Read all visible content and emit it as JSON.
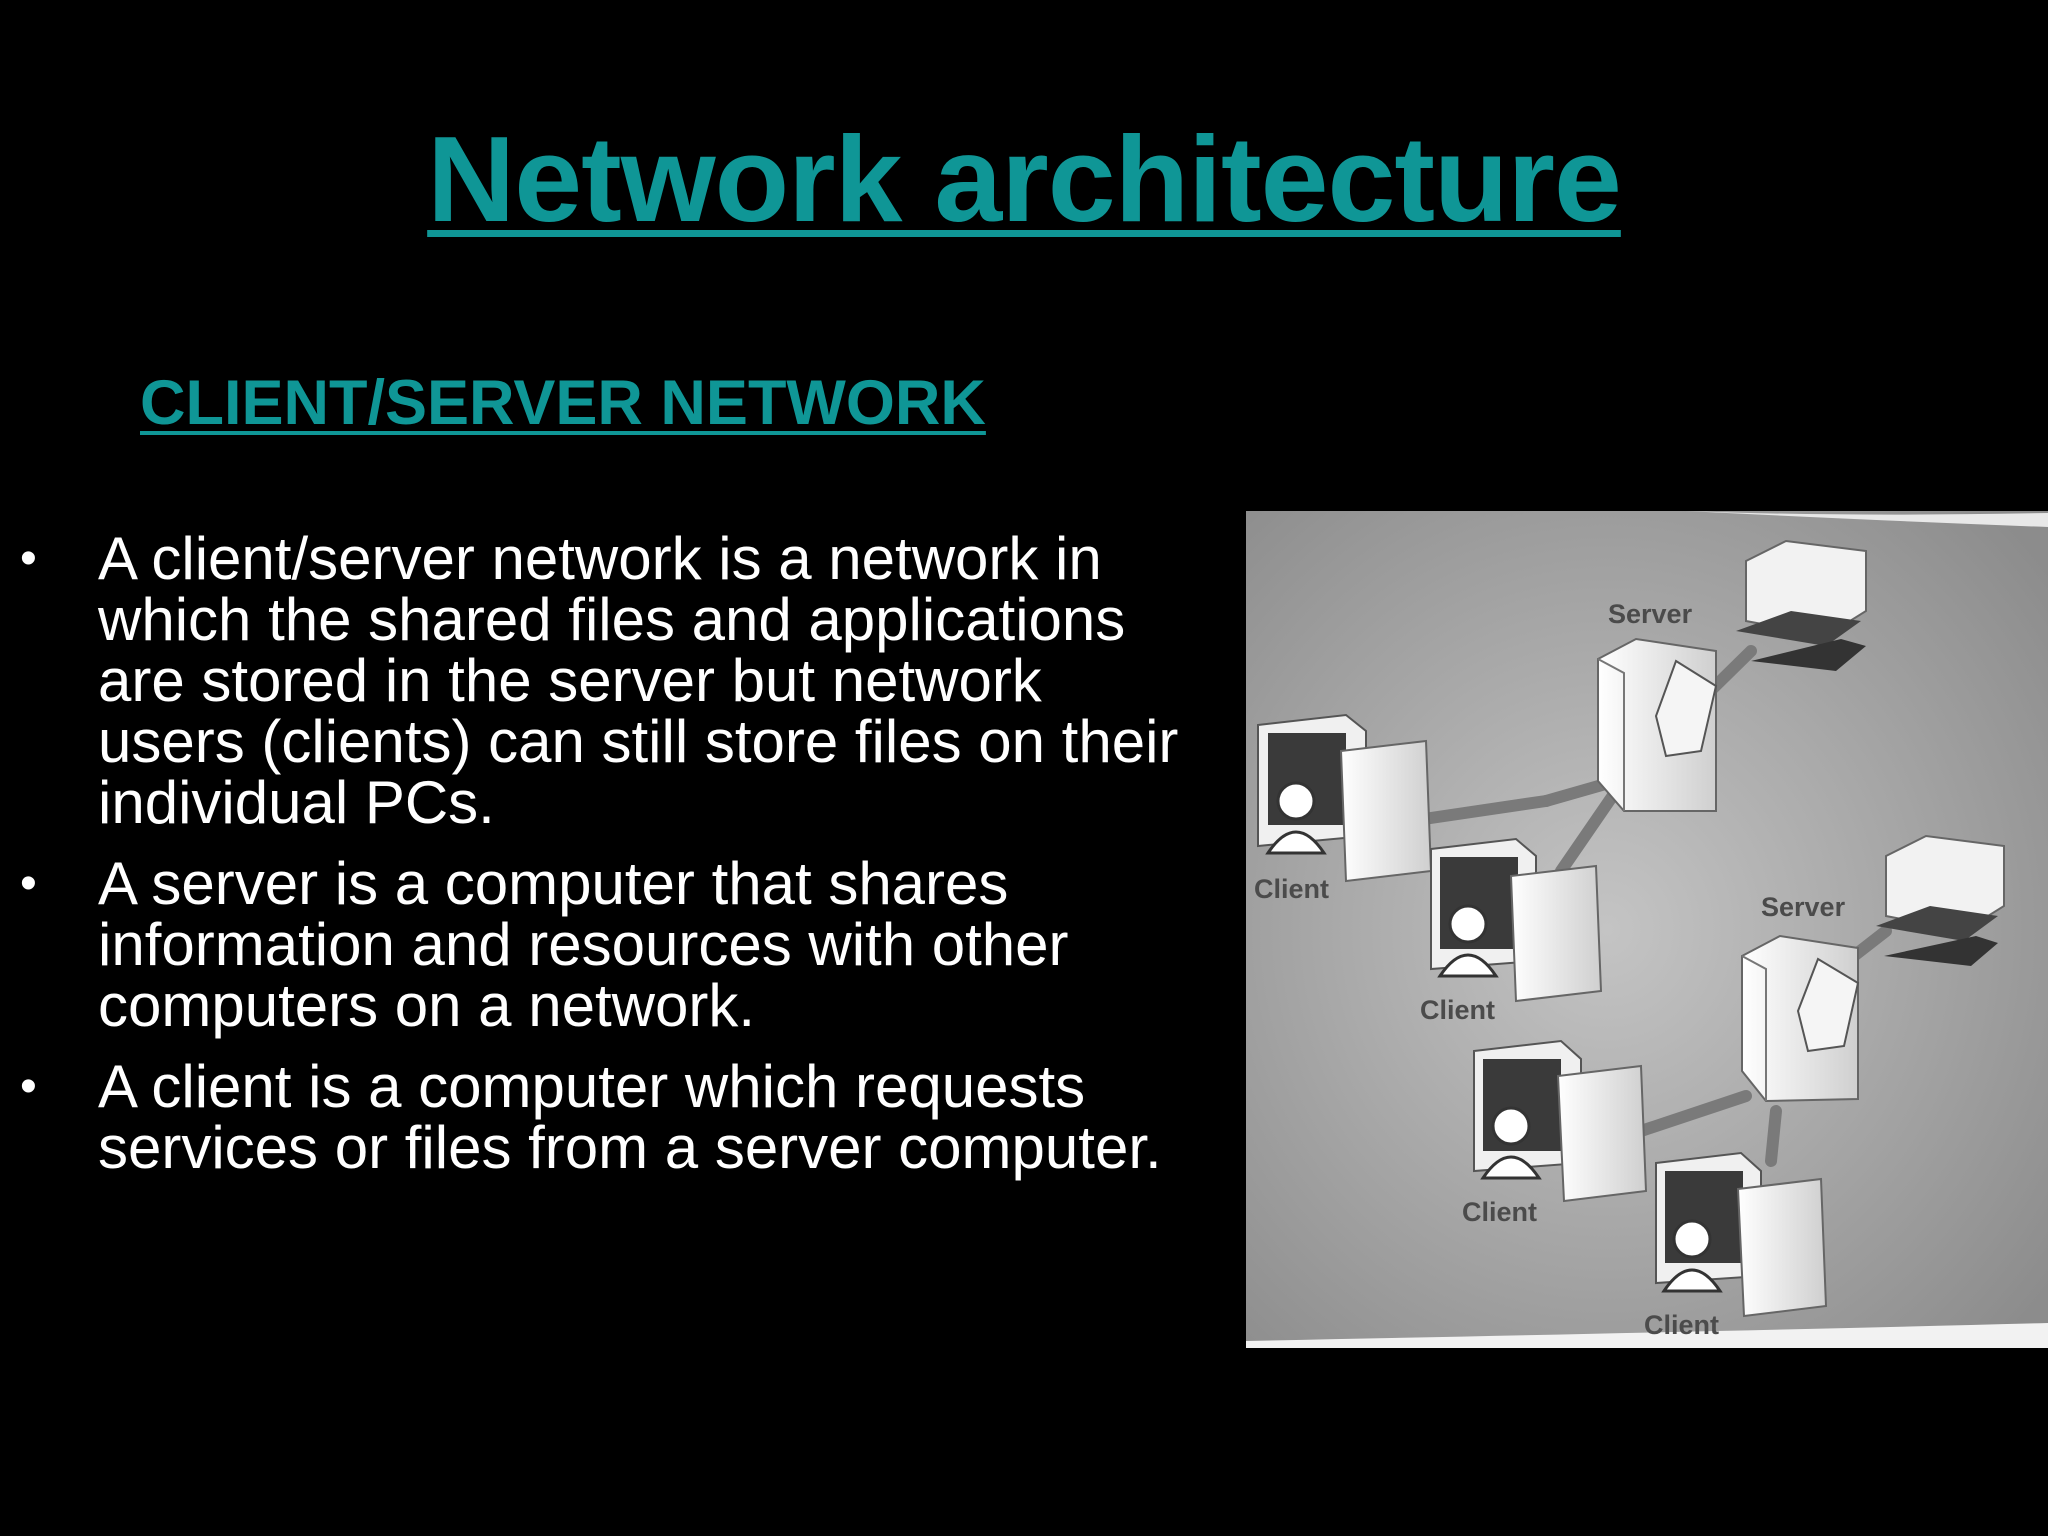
{
  "slide": {
    "title": "Network architecture",
    "subheading": "CLIENT/SERVER NETWORK",
    "bullet_symbol": "•",
    "bullets": [
      "A client/server network is a network in which the shared files and applications are stored in the server but network users (clients) can still store files on their individual PCs.",
      "A server is a computer that shares information and resources with other computers on a network.",
      "A client is a computer which requests services or files from a server computer."
    ]
  },
  "diagram": {
    "labels": {
      "server_1": "Server",
      "server_2": "Server",
      "client_1": "Client",
      "client_2": "Client",
      "client_3": "Client",
      "client_4": "Client"
    }
  },
  "colors": {
    "background": "#000000",
    "heading": "#0f9696",
    "body_text": "#ffffff",
    "diagram_background": "#a9a9a9"
  }
}
